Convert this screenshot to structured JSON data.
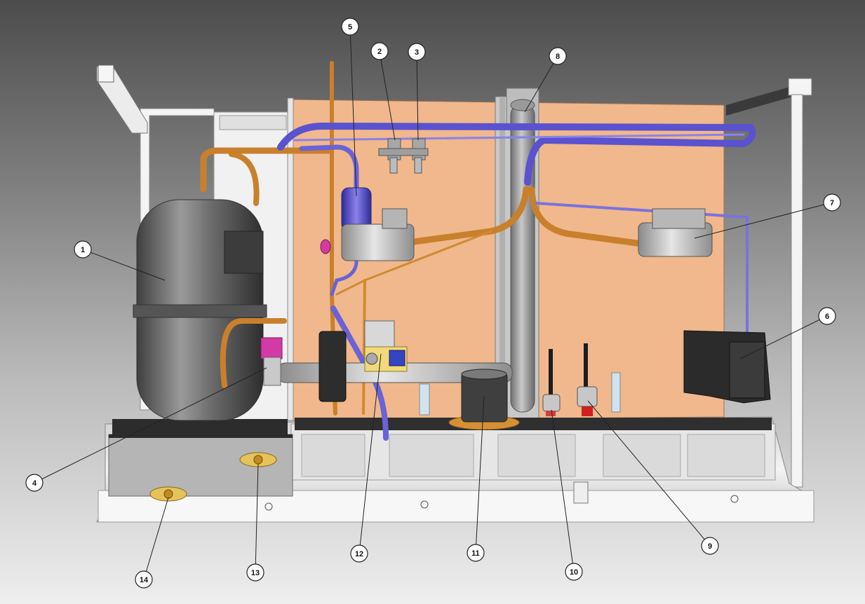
{
  "callouts": [
    {
      "id": "c1",
      "label": "1"
    },
    {
      "id": "c2",
      "label": "2"
    },
    {
      "id": "c3",
      "label": "3"
    },
    {
      "id": "c4",
      "label": "4"
    },
    {
      "id": "c5",
      "label": "5"
    },
    {
      "id": "c6",
      "label": "6"
    },
    {
      "id": "c7",
      "label": "7"
    },
    {
      "id": "c8",
      "label": "8"
    },
    {
      "id": "c9",
      "label": "9"
    },
    {
      "id": "c10",
      "label": "10"
    },
    {
      "id": "c11",
      "label": "11"
    },
    {
      "id": "c12",
      "label": "12"
    },
    {
      "id": "c13",
      "label": "13"
    },
    {
      "id": "c14",
      "label": "14"
    }
  ],
  "colors": {
    "panel": "#f0b88c",
    "copper": "#d08a32",
    "suction_pipe": "#6b62d6",
    "compressor": "#6a6a6a",
    "frame": "#f2f2f2"
  }
}
